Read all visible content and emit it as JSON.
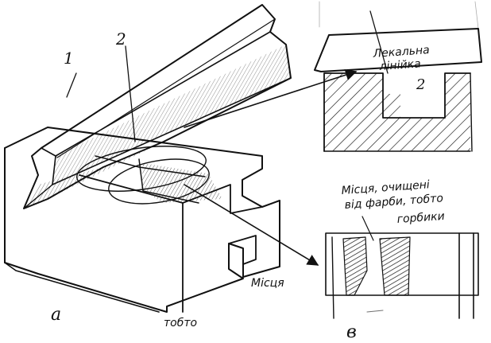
{
  "labels": {
    "part_1": "1",
    "part_2": "2",
    "view_a": "а",
    "view_b": "в",
    "inset_top_line1": "Лекальна",
    "inset_top_line2": "лінійка",
    "inset_top_num": "2",
    "inset_bottom_line1": "Місця, очищені",
    "inset_bottom_line2": "від фарби, тобто",
    "inset_bottom_line3": "горбики",
    "main_note_line1": "Місця",
    "main_note_line2": "тобто"
  },
  "colors": {
    "ink": "#111111",
    "paper": "#ffffff"
  }
}
